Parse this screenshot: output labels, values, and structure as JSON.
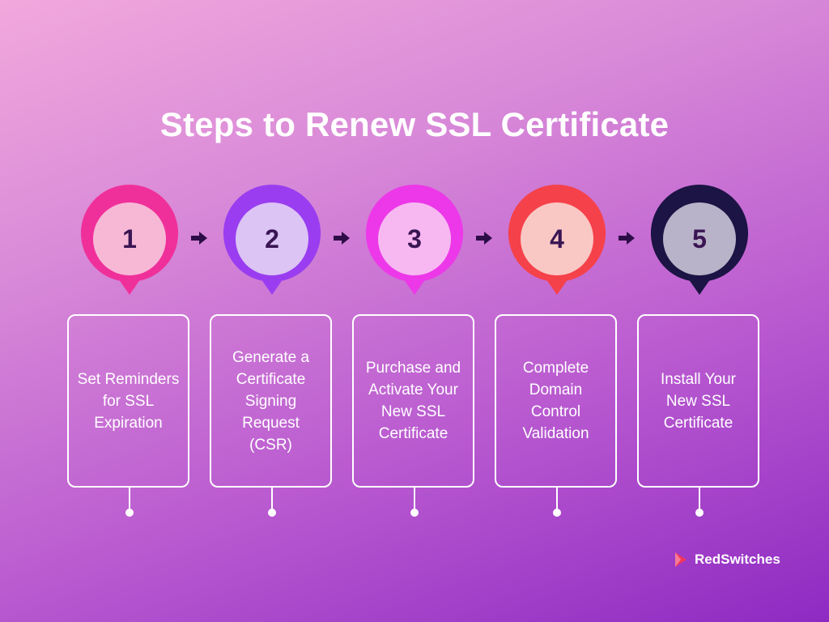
{
  "title": "Steps to Renew SSL Certificate",
  "steps": [
    {
      "number": "1",
      "text": "Set Reminders for SSL Expiration",
      "outer_color": "#f0309a",
      "inner_color": "#f7b8d6"
    },
    {
      "number": "2",
      "text": "Generate a Certificate Signing Request (CSR)",
      "outer_color": "#9a3df0",
      "inner_color": "#dcc4f5"
    },
    {
      "number": "3",
      "text": "Purchase and Activate Your New SSL Certificate",
      "outer_color": "#ec38e8",
      "inner_color": "#f7b8f2"
    },
    {
      "number": "4",
      "text": "Complete Domain Control Validation",
      "outer_color": "#f5414a",
      "inner_color": "#fac8c4"
    },
    {
      "number": "5",
      "text": "Install Your New SSL Certificate",
      "outer_color": "#1c1444",
      "inner_color": "#b9b3c9"
    }
  ],
  "arrow_color": "#2d0d47",
  "brand": {
    "name": "RedSwitches",
    "logo_icon": "redswitches-logo-icon",
    "logo_color": "#f0355f"
  }
}
